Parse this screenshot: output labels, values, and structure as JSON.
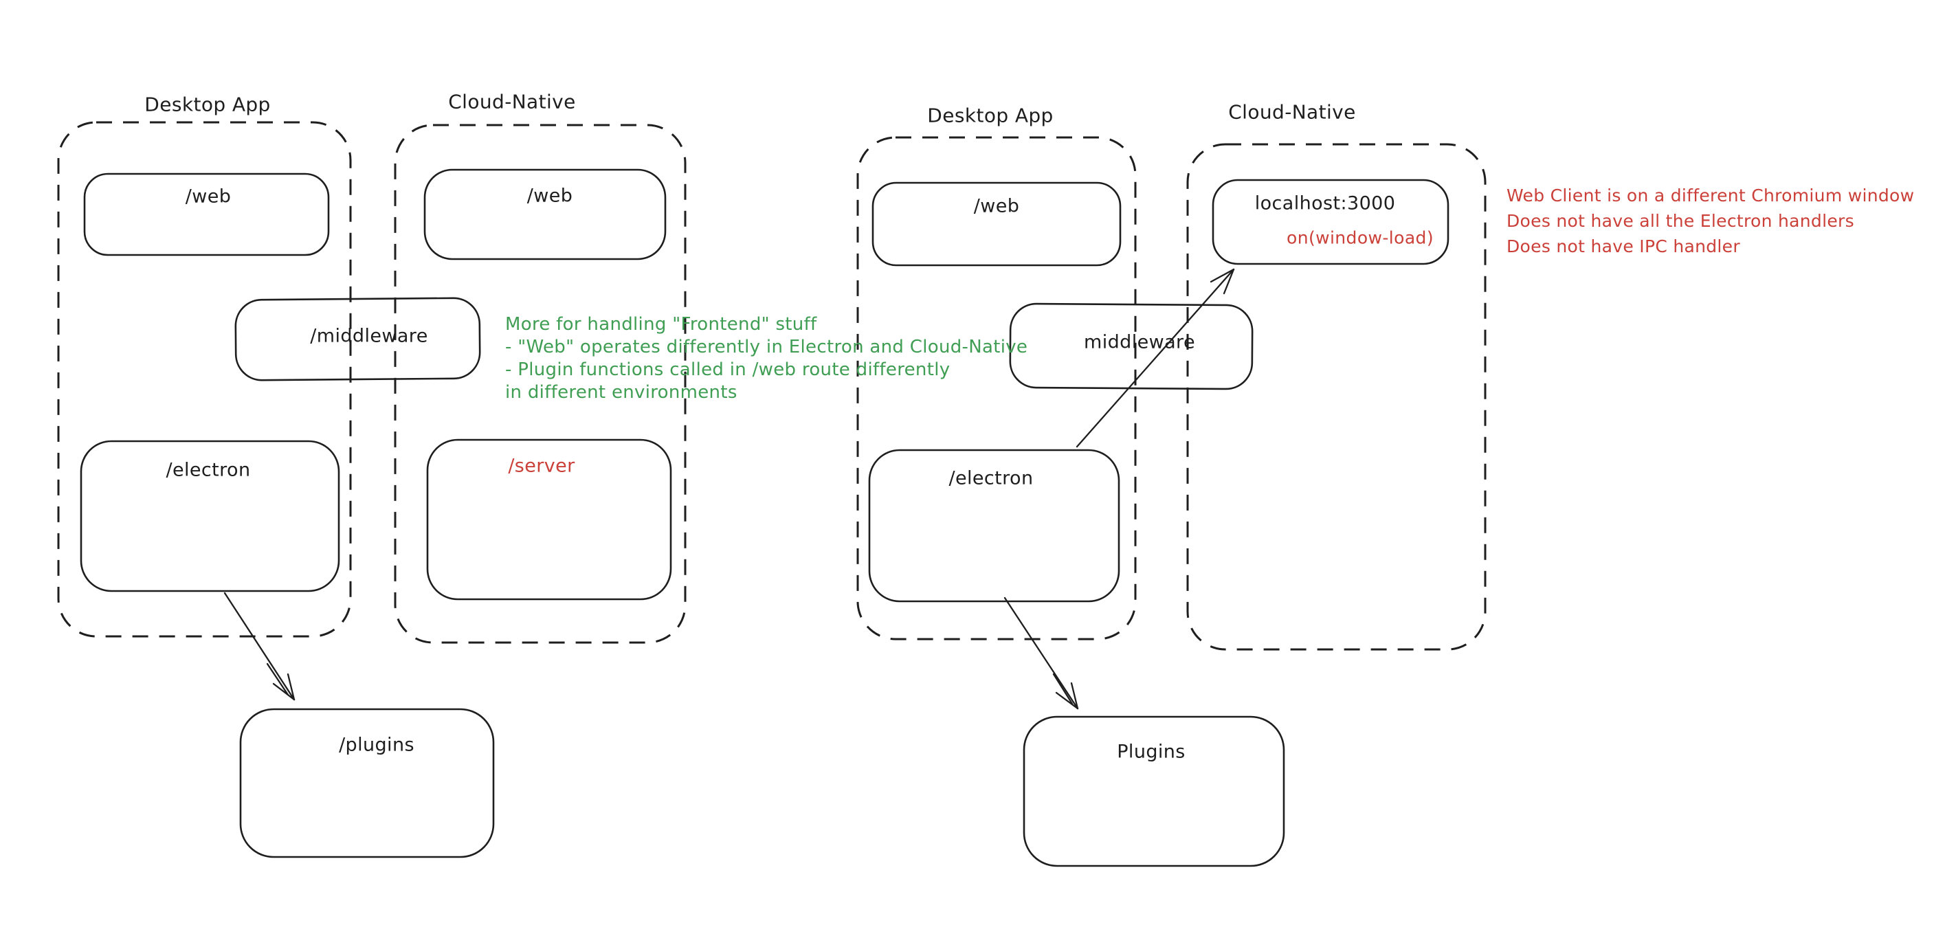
{
  "canvas": {
    "background": "#ffffff",
    "ink_color": "#1e1e1e",
    "red_color": "#cb4039",
    "green_color": "#3f9e53"
  },
  "left_diagram": {
    "desktop_label": "Desktop App",
    "cloud_label": "Cloud-Native",
    "web_desktop": "/web",
    "web_cloud": "/web",
    "middleware": "/middleware",
    "electron": "/electron",
    "server": "/server",
    "plugins": "/plugins",
    "note_green": [
      "More for handling \"Frontend\" stuff",
      "- \"Web\" operates differently in Electron and Cloud-Native",
      "- Plugin functions called in /web route differently",
      "in different environments"
    ]
  },
  "right_diagram": {
    "desktop_label": "Desktop App",
    "cloud_label": "Cloud-Native",
    "web_desktop": "/web",
    "localhost": "localhost:3000",
    "window_load": "on(window-load)",
    "middleware": "middleware",
    "electron": "/electron",
    "plugins": "Plugins",
    "note_red": [
      "Web Client is on a different Chromium window",
      "Does not have all the Electron handlers",
      "Does not have IPC handler"
    ]
  }
}
